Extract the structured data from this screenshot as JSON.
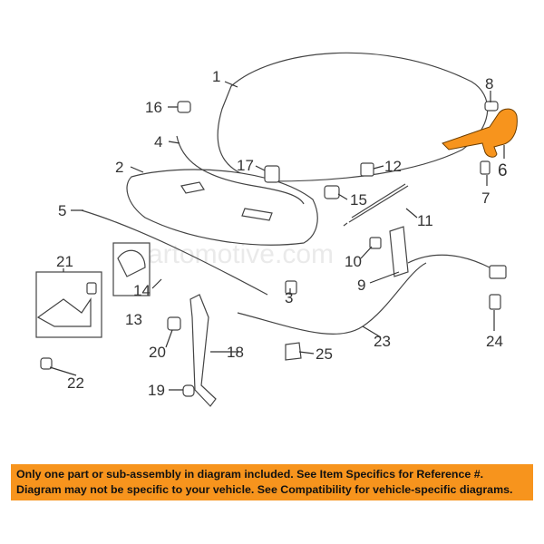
{
  "diagram": {
    "watermark": "Partomotive.com",
    "highlight_color": "#F7941D",
    "callouts": {
      "c1": "1",
      "c2": "2",
      "c3": "3",
      "c4": "4",
      "c5": "5",
      "c6": "6",
      "c7": "7",
      "c8": "8",
      "c9": "9",
      "c10": "10",
      "c11": "11",
      "c12": "12",
      "c13": "13",
      "c14": "14",
      "c15": "15",
      "c16": "16",
      "c17": "17",
      "c18": "18",
      "c19": "19",
      "c20": "20",
      "c21": "21",
      "c22": "22",
      "c23": "23",
      "c24": "24",
      "c25": "25"
    }
  },
  "banner": {
    "line1": "Only one part or sub-assembly in diagram included. See Item Specifics for Reference #.",
    "line2": "Diagram may not be specific to your vehicle. See Compatibility for vehicle-specific diagrams.",
    "color": "#F7941D"
  }
}
